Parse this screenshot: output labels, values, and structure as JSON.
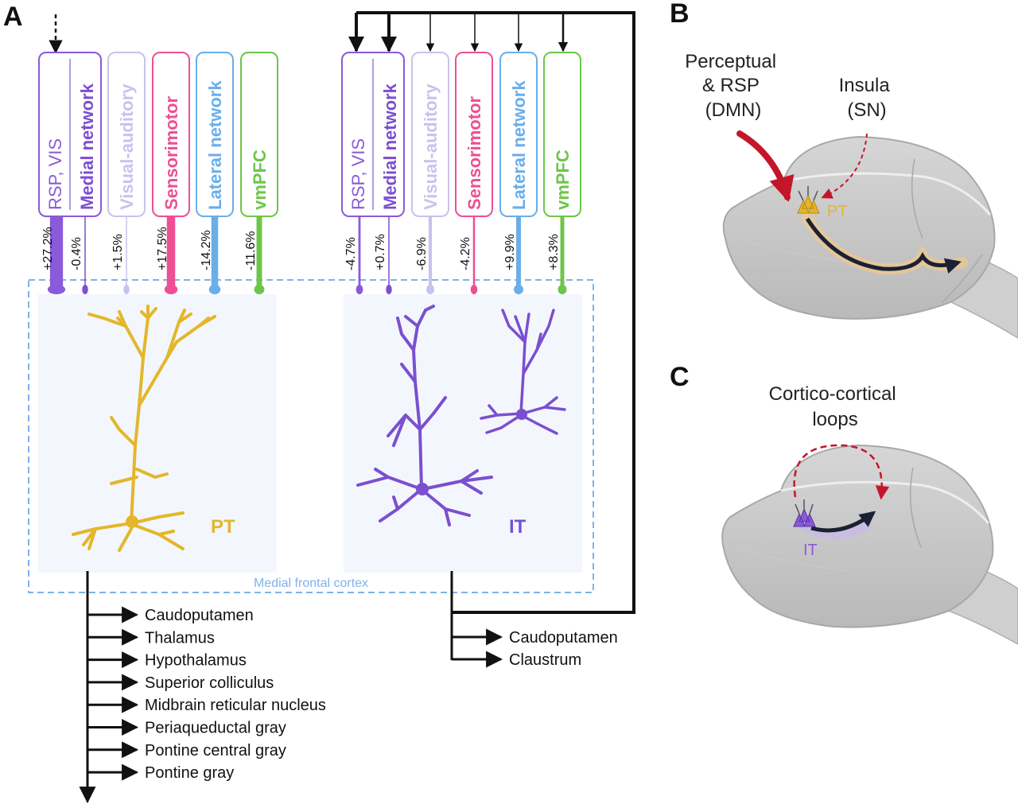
{
  "panels": {
    "a": "A",
    "b": "B",
    "c": "C"
  },
  "pt_group": {
    "networks": [
      {
        "line1": "RSP, VIS",
        "line2": "Medial network",
        "color": "#8a5ad8",
        "value": "+27.2%"
      },
      {
        "line1": "Visual-auditory",
        "color": "#c8c2ee",
        "value": "+1.5%"
      },
      {
        "line1": "Sensorimotor",
        "color": "#ee4f93",
        "value": "+17.5%"
      },
      {
        "line1": "Lateral network",
        "color": "#6aaee8",
        "value": "-14.2%"
      },
      {
        "line1": "vmPFC",
        "color": "#6cc64a",
        "value": "-11.6%"
      }
    ],
    "medial_value": "-0.4%",
    "cell_label": "PT",
    "cell_color": "#e4b62a",
    "targets": [
      "Caudoputamen",
      "Thalamus",
      "Hypothalamus",
      "Superior colliculus",
      "Midbrain reticular nucleus",
      "Periaqueductal gray",
      "Pontine central gray",
      "Pontine gray"
    ]
  },
  "it_group": {
    "networks": [
      {
        "line1": "RSP, VIS",
        "line2": "Medial network",
        "color": "#8a5ad8",
        "value": "-4.7%"
      },
      {
        "line1": "Visual-auditory",
        "color": "#c8c2ee",
        "value": "-6.9%"
      },
      {
        "line1": "Sensorimotor",
        "color": "#ee4f93",
        "value": "-4.2%"
      },
      {
        "line1": "Lateral network",
        "color": "#6aaee8",
        "value": "+9.9%"
      },
      {
        "line1": "vmPFC",
        "color": "#6cc64a",
        "value": "+8.3%"
      }
    ],
    "medial_value": "+0.7%",
    "cell_label": "IT",
    "cell_color": "#7b4fd0",
    "targets": [
      "Caudoputamen",
      "Claustrum"
    ]
  },
  "region_label": "Medial frontal cortex",
  "panel_b": {
    "input_left": [
      "Perceptual",
      "& RSP",
      "(DMN)"
    ],
    "input_right": [
      "Insula",
      "(SN)"
    ],
    "cell_label": "PT"
  },
  "panel_c": {
    "title": [
      "Cortico-cortical",
      "loops"
    ],
    "cell_label": "IT"
  }
}
